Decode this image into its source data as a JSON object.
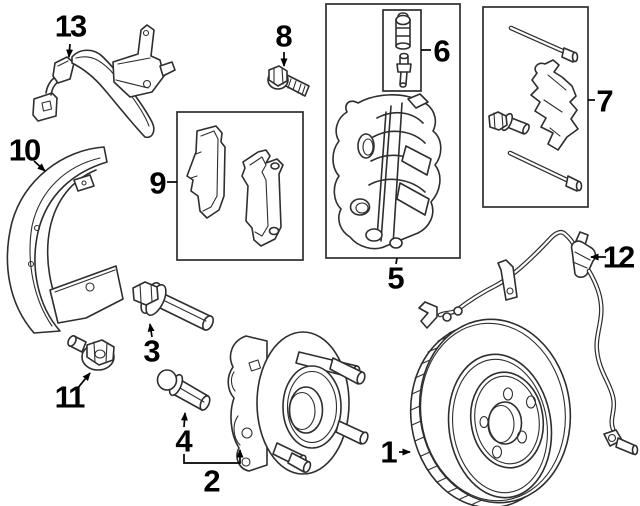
{
  "colors": {
    "background": "#ffffff",
    "line": "#2e2e2e",
    "label": "#000000"
  },
  "callouts": [
    {
      "num": "1"
    },
    {
      "num": "2"
    },
    {
      "num": "3"
    },
    {
      "num": "4"
    },
    {
      "num": "5"
    },
    {
      "num": "6"
    },
    {
      "num": "7"
    },
    {
      "num": "8"
    },
    {
      "num": "9"
    },
    {
      "num": "10"
    },
    {
      "num": "11"
    },
    {
      "num": "12"
    },
    {
      "num": "13"
    }
  ]
}
